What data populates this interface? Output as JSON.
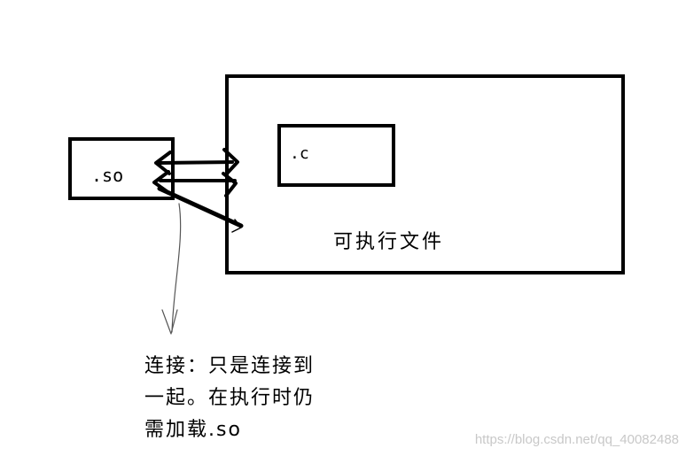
{
  "diagram": {
    "so_box_label": ".so",
    "c_box_label": ".c",
    "executable_label": "可执行文件",
    "note_lines": [
      "连接：只是连接到",
      "一起。在执行时仍",
      "需加载.so"
    ],
    "watermark": "https://blog.csdn.net/qq_40082488"
  }
}
